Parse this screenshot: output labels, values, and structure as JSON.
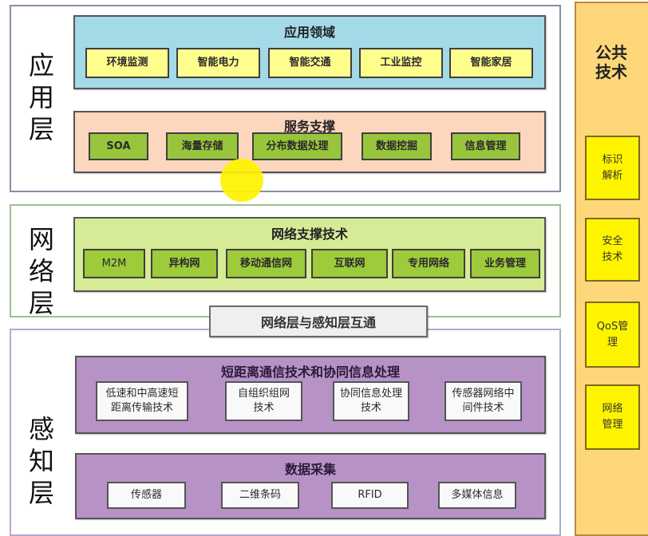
{
  "application_layer": {
    "label": "应用层",
    "domains": {
      "title": "应用领域",
      "items": [
        "环境监测",
        "智能电力",
        "智能交通",
        "工业监控",
        "智能家居"
      ]
    },
    "service": {
      "title": "服务支撑",
      "items": [
        "SOA",
        "海量存储",
        "分布数据处理",
        "数据挖掘",
        "信息管理"
      ]
    }
  },
  "network_layer": {
    "label": "网络层",
    "support": {
      "title": "网络支撑技术",
      "items": [
        "M2M",
        "异构网",
        "移动通信网",
        "互联网",
        "专用网络",
        "业务管理"
      ]
    }
  },
  "interconnect": {
    "label": "网络层与感知层互通"
  },
  "perception_layer": {
    "label": "感知层",
    "short_range": {
      "title": "短距离通信技术和协同信息处理",
      "items": [
        "低速和中高速短距离传输技术",
        "自组织组网技术",
        "协同信息处理技术",
        "传感器网络中间件技术"
      ]
    },
    "data_collection": {
      "title": "数据采集",
      "items": [
        "传感器",
        "二维条码",
        "RFID",
        "多媒体信息"
      ]
    }
  },
  "common_tech": {
    "title": "公共技术",
    "items": [
      "标识解析",
      "安全技术",
      "QoS管理",
      "网络管理"
    ]
  },
  "colors": {
    "domains_bg": "#a4d9e7",
    "service_bg": "#fdd7bd",
    "network_bg": "#d6eb95",
    "perception_bg": "#b792c6",
    "common_bg": "#fed77a",
    "common_item_bg": "#fff400"
  }
}
